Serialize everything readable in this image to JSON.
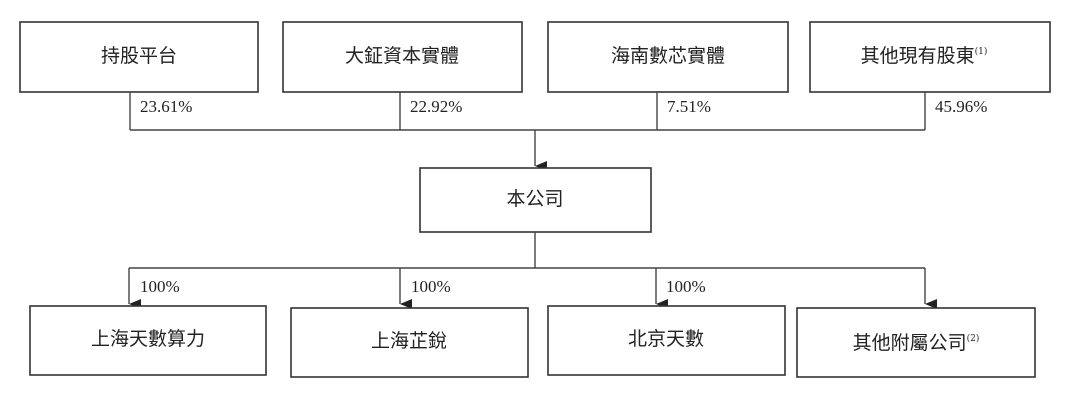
{
  "shareholders": [
    {
      "name": "持股平台",
      "note": "",
      "pct": "23.61%"
    },
    {
      "name": "大鉦資本實體",
      "note": "",
      "pct": "22.92%"
    },
    {
      "name": "海南數芯實體",
      "note": "",
      "pct": "7.51%"
    },
    {
      "name": "其他現有股東",
      "note": "(1)",
      "pct": "45.96%"
    }
  ],
  "company": {
    "name": "本公司"
  },
  "subsidiaries": [
    {
      "name": "上海天數算力",
      "note": "",
      "pct": "100%"
    },
    {
      "name": "上海芷銳",
      "note": "",
      "pct": "100%"
    },
    {
      "name": "北京天數",
      "note": "",
      "pct": "100%"
    },
    {
      "name": "其他附屬公司",
      "note": "(2)",
      "pct": ""
    }
  ]
}
